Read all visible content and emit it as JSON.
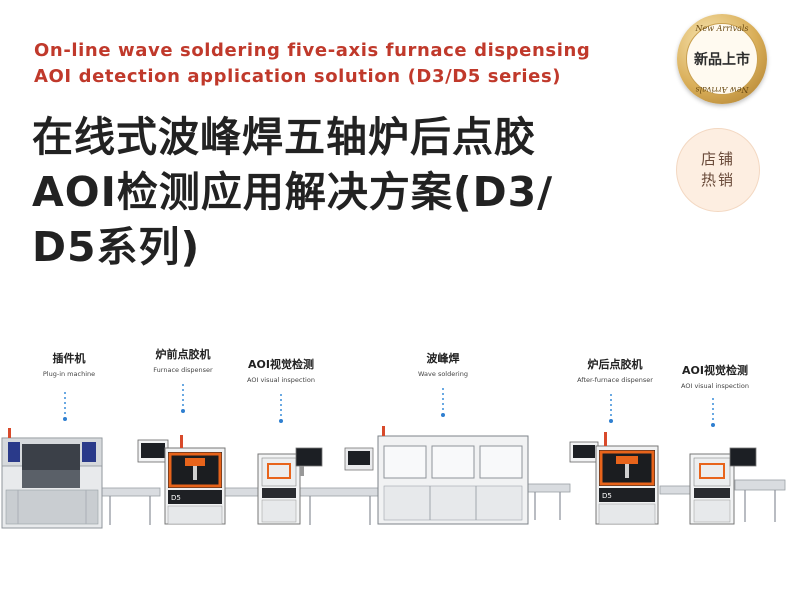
{
  "subtitle_lines": [
    "On-line wave soldering five-axis furnace dispensing",
    "AOI detection application solution (D3/D5 series)"
  ],
  "title_lines": [
    "在线式波峰焊五轴炉后点胶",
    "AOI检测应用解决方案(D3/",
    "D5系列)"
  ],
  "badge_new": {
    "label": "新品上市",
    "ring_text_top": "New Arrivals",
    "ring_text_bottom": "New Arrivals"
  },
  "badge_hot": {
    "line1": "店铺",
    "line2": "热销"
  },
  "machines": [
    {
      "zh": "插件机",
      "en": "Plug-in machine"
    },
    {
      "zh": "炉前点胶机",
      "en": "Furnace dispenser"
    },
    {
      "zh": "AOI视觉检测",
      "en": "AOI visual inspection"
    },
    {
      "zh": "波峰焊",
      "en": "Wave soldering"
    },
    {
      "zh": "炉后点胶机",
      "en": "After-furnace dispenser"
    },
    {
      "zh": "AOI视觉检测",
      "en": "AOI visual inspection"
    }
  ],
  "machine_badge_text": [
    "D5",
    "D5"
  ],
  "colors": {
    "subtitle": "#c0392b",
    "title": "#222222",
    "badge_gold": "#d9ae58",
    "badge_hot_bg": "#fdeee1",
    "connector_dots": "#2f7fd0",
    "machine_orange": "#e8641b"
  }
}
